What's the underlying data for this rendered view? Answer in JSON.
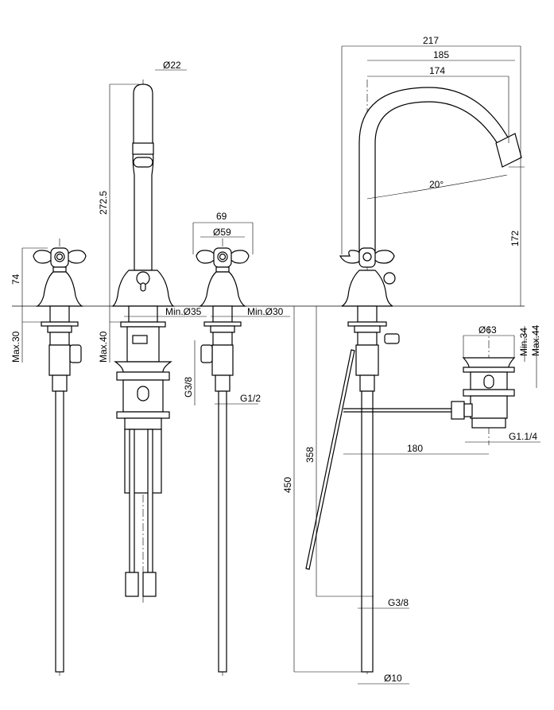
{
  "drawing": {
    "title": "Three-hole basin mixer with pop-up waste — dimension drawing",
    "dimensions": {
      "spout_diameter": "Ø22",
      "spout_height_side": "272.5",
      "handle_height": "74",
      "max_deck_thickness_valve": "Max.30",
      "max_deck_thickness_spout": "Max.40",
      "min_hole_spout": "Min.Ø35",
      "handle_width": "69",
      "bell_diameter": "Ø59",
      "min_hole_valve": "Min.Ø30",
      "valve_inlet_thread": "G3/8",
      "valve_outlet_thread": "G1/2",
      "total_reach": "217",
      "spout_reach_outer": "185",
      "spout_reach": "174",
      "spout_angle": "20°",
      "spout_outlet_height": "172",
      "waste_diameter": "Ø63",
      "waste_min": "Min.34",
      "waste_max": "Max.44",
      "waste_thread": "G1.1/4",
      "rod_distance": "180",
      "lever_length": "358",
      "hose_length": "450",
      "hose_thread": "G3/8",
      "hose_diameter": "Ø10"
    }
  }
}
